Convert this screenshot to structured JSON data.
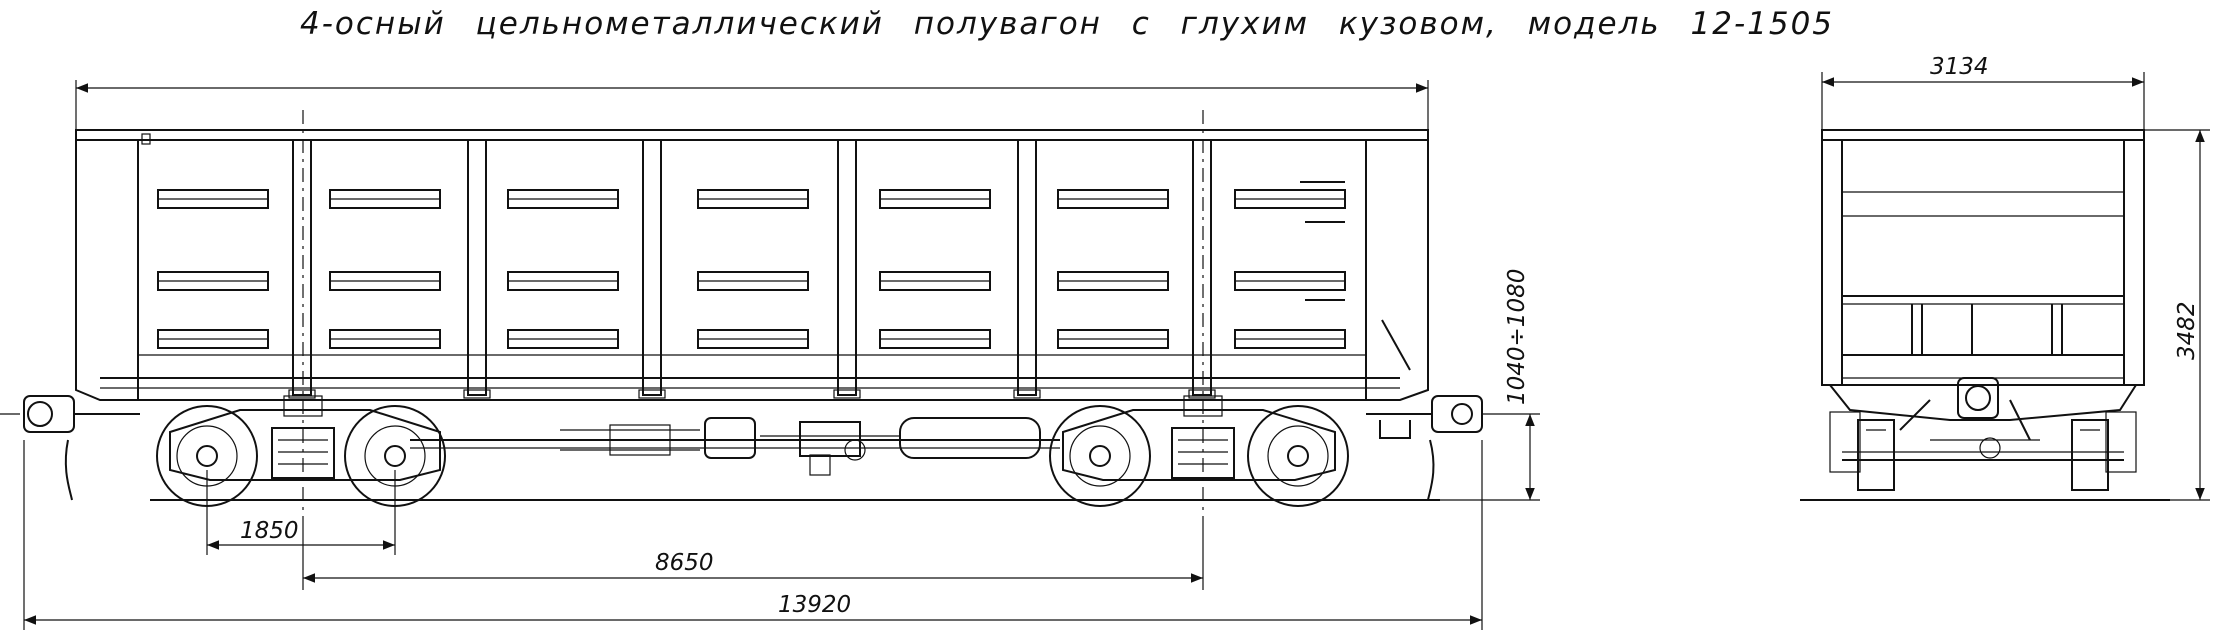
{
  "title": "4-осный цельнометаллический полувагон с глухим кузовом, модель 12-1505",
  "dimensions": {
    "overall_length": "13920",
    "bogie_centers": "8650",
    "bogie_wheelbase": "1850",
    "coupler_height": "1040÷1080",
    "width": "3134",
    "height": "3482"
  }
}
